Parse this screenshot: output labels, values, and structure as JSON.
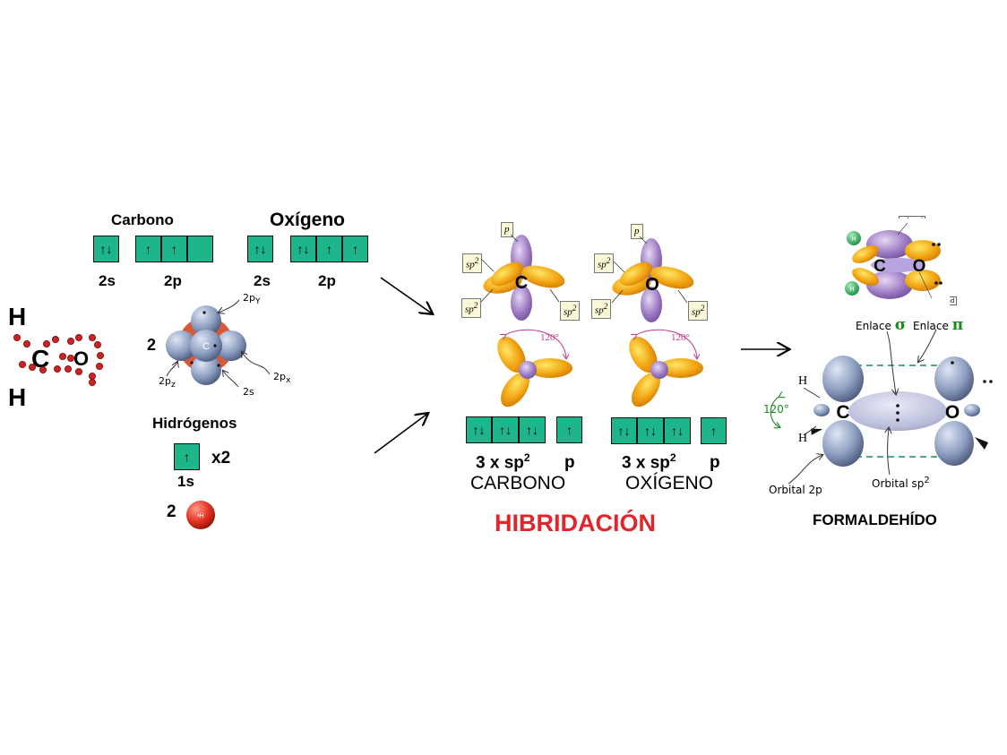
{
  "left": {
    "carbono_title": "Carbono",
    "oxigeno_title": "Oxígeno",
    "c_2s_boxes": [
      "↑↓"
    ],
    "c_2p_boxes": [
      "↑",
      "↑",
      ""
    ],
    "o_2s_boxes": [
      "↑↓"
    ],
    "o_2p_boxes": [
      "↑↓",
      "↑",
      "↑"
    ],
    "label_2s": "2s",
    "label_2p": "2p",
    "lewis": {
      "h_top": "H",
      "h_bottom": "H",
      "c": "C",
      "o": "O"
    },
    "atom_model": {
      "count": "2",
      "center": "C",
      "p_y": "2p",
      "p_y_sub": "Y",
      "p_x": "2p",
      "p_x_sub": "x",
      "p_z": "2p",
      "p_z_sub": "z",
      "s": "2s"
    },
    "hidrogenos_title": "Hidrógenos",
    "h_1s_boxes": [
      "↑"
    ],
    "h_multiplier": "x2",
    "h_1s_label": "1s",
    "h_atom_count": "2",
    "h_atom_label": "•H"
  },
  "middle": {
    "carbon_label": "C",
    "oxygen_label": "O",
    "callout_p": "p",
    "callout_sp2": "sp",
    "callout_sup": "2",
    "angle": "120°",
    "c_sp2_boxes": [
      "↑↓",
      "↑↓",
      "↑↓"
    ],
    "c_p_boxes": [
      "↑"
    ],
    "o_sp2_boxes": [
      "↑↓",
      "↑↓",
      "↑↓"
    ],
    "o_p_boxes": [
      "↑"
    ],
    "sp2_label": "3 x sp",
    "sp2_sup": "2",
    "p_label": "p",
    "carbono_label": "CARBONO",
    "oxigeno_label": "OXÍGENO",
    "title": "HIBRIDACIÓN"
  },
  "right": {
    "top_labels": {
      "pi_bond": "π bond",
      "sigma_bond": "σ bond",
      "h": "H",
      "c": "C",
      "o": "O"
    },
    "enlace_sigma": "Enlace",
    "sigma_symbol": "σ",
    "enlace_pi": "Enlace",
    "pi_symbol": "π",
    "angle": "120°",
    "h_label": "H",
    "c_label": "C",
    "o_label": "O",
    "orbital_2p": "Orbital 2p",
    "orbital_sp2": "Orbital sp",
    "orbital_sup": "2",
    "title": "FORMALDEHÍDO"
  },
  "colors": {
    "box": "#1db589",
    "purple": "#9b78c2",
    "orange": "#f1a20f",
    "blue_gray": "#8c9dbf",
    "red_title": "#e3242b",
    "electron": "#cc2222"
  }
}
